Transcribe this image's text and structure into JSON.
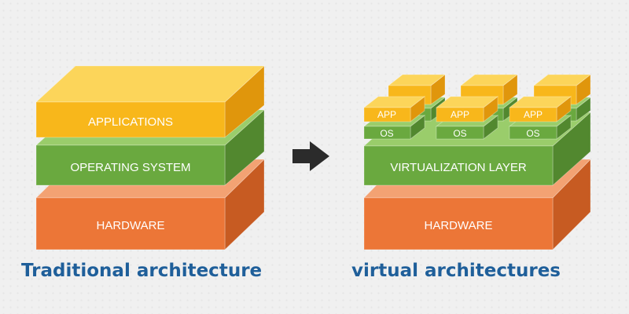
{
  "traditional": {
    "caption": "Traditional architecture",
    "layers": {
      "applications": "APPLICATIONS",
      "operating_system": "OPERATING SYSTEM",
      "hardware": "HARDWARE"
    }
  },
  "virtual": {
    "caption": "virtual architectures",
    "layers": {
      "app": "APP",
      "os": "OS",
      "virtualization": "VIRTUALIZATION LAYER",
      "hardware": "HARDWARE"
    }
  },
  "colors": {
    "app_front": "#f8b71b",
    "app_top": "#fcd55a",
    "app_side": "#e0960c",
    "os_front": "#6aa93f",
    "os_top": "#9acd6b",
    "os_side": "#52882f",
    "hw_front": "#ec7637",
    "hw_top": "#f3a273",
    "hw_side": "#c75b22",
    "caption": "#1f5f9a",
    "arrow": "#2b2b2b"
  }
}
